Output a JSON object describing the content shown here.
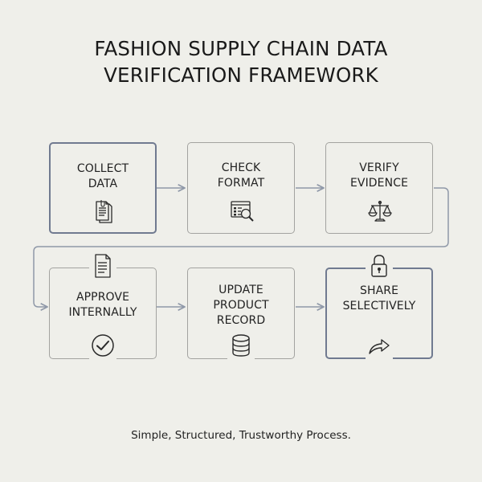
{
  "title": {
    "line1": "FASHION SUPPLY CHAIN DATA",
    "line2": "VERIFICATION FRAMEWORK"
  },
  "steps": [
    {
      "line1": "COLLECT",
      "line2": "DATA",
      "icon": "documents-icon"
    },
    {
      "line1": "CHECK",
      "line2": "FORMAT",
      "icon": "form-magnifier-icon"
    },
    {
      "line1": "VERIFY",
      "line2": "EVIDENCE",
      "icon": "scales-icon"
    },
    {
      "line1": "APPROVE",
      "line2": "INTERNALLY",
      "icon": "checkmark-circle-icon",
      "top_icon": "document-icon"
    },
    {
      "line1": "UPDATE",
      "line2": "PRODUCT",
      "line3": "RECORD",
      "icon": "database-icon"
    },
    {
      "line1": "SHARE",
      "line2": "SELECTIVELY",
      "icon": "share-arrow-icon",
      "top_icon": "padlock-icon"
    }
  ],
  "footer": "Simple, Structured, Trustworthy Process.",
  "colors": {
    "background": "#efefea",
    "box_border": "#a3a3a0",
    "accent_border": "#707a90",
    "connector": "#8f98a8",
    "text": "#1b1b1b"
  }
}
